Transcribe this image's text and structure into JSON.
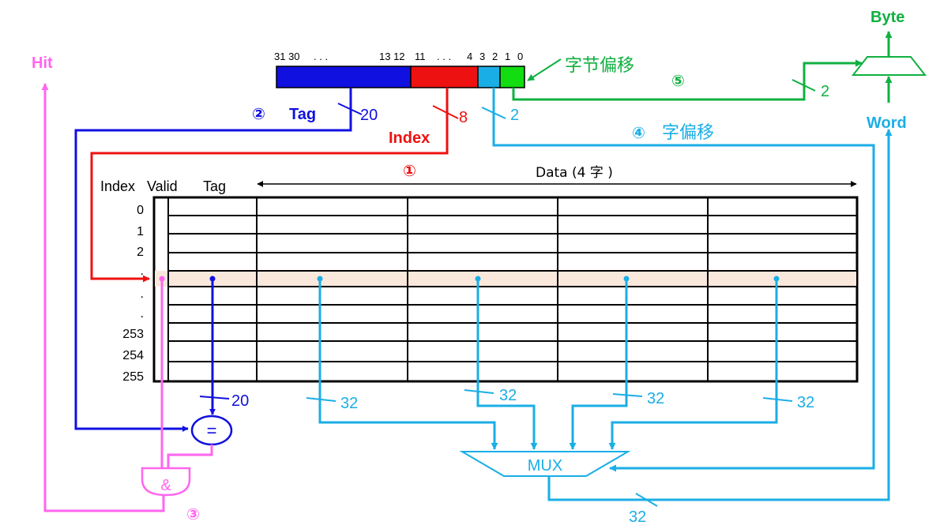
{
  "colors": {
    "tag": "#1010e0",
    "index": "#ee1111",
    "word": "#1aaee6",
    "byte": "#10b040",
    "hit": "#ff66ee",
    "highlight_row": "#fbe8dc",
    "grid": "#000000",
    "text": "#000000"
  },
  "address": {
    "bit_labels": {
      "b31_30": "31 30",
      "dots_high": ". . .",
      "b13_12": "13 12",
      "b11": "11",
      "dots_low": ". . .",
      "b4": "4",
      "b3": "3",
      "b2": "2",
      "b1": "1",
      "b0": "0"
    },
    "fields": [
      "tag",
      "index",
      "word-offset",
      "byte-offset"
    ]
  },
  "labels": {
    "hit": "Hit",
    "byte": "Byte",
    "word": "Word",
    "tag": "Tag",
    "index": "Index",
    "byte_offset": "字节偏移",
    "word_offset": "字偏移",
    "mux": "MUX",
    "and_gate": "&",
    "comparator": "="
  },
  "steps": {
    "s1": "①",
    "s2": "②",
    "s3": "③",
    "s4": "④",
    "s5": "⑤"
  },
  "widths": {
    "tag": "20",
    "index": "8",
    "word_offset": "2",
    "byte_offset": "2",
    "tag_out": "20",
    "data0": "32",
    "data1": "32",
    "data2": "32",
    "data3": "32",
    "mux_out": "32"
  },
  "table": {
    "col_index": "Index",
    "col_valid": "Valid",
    "col_tag": "Tag",
    "col_data": "Data (4 字 )",
    "rows": [
      "0",
      "1",
      "2",
      ".",
      ".",
      ".",
      "253",
      "254",
      "255"
    ]
  }
}
